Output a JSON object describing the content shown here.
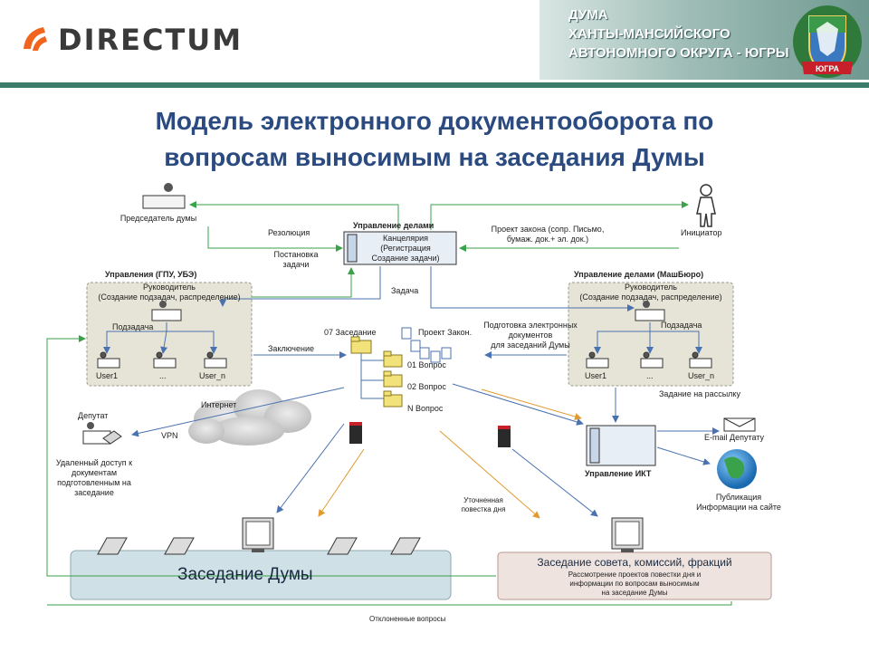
{
  "header": {
    "logo_text": "DIRECTUM",
    "duma_lines": [
      "ДУМА",
      "ХАНТЫ-МАНСИЙСКОГО",
      "АВТОНОМНОГО ОКРУГА - ЮГРЫ"
    ],
    "emblem_label": "ЮГРА"
  },
  "title": {
    "line1": "Модель электронного документооборота по",
    "line2": "вопросам выносимым на заседания Думы"
  },
  "diagram": {
    "chairman": "Председатель думы",
    "resolution": "Резолюция",
    "task_setting": [
      "Постановка",
      "задачи"
    ],
    "office_header": "Управление делами",
    "office_box": [
      "Канцелярия",
      "(Регистрация",
      "Создание задачи)"
    ],
    "law_project": [
      "Проект закона (сопр. Письмо,",
      "бумаж. док.+ эл. док.)"
    ],
    "initiator": "Инициатор",
    "left_dept_title": "Управления (ГПУ, УБЭ)",
    "left_dept_head": [
      "Руководитель",
      "(Создание подзадач, распределение)"
    ],
    "left_subtask": "Подзадача",
    "left_users": [
      "User1",
      "...",
      "User_n"
    ],
    "task": "Задача",
    "right_dept_title": "Управление делами (МашБюро)",
    "right_dept_head": [
      "Руководитель",
      "(Создание подзадач, распределение)"
    ],
    "right_subtask": "Подзадача",
    "right_users": [
      "User1",
      "...",
      "User_n"
    ],
    "meeting_folder": "07 Заседание",
    "project_law": "Проект Закон.",
    "questions": [
      "01 Вопрос",
      "02 Вопрос",
      "N Вопрос"
    ],
    "conclusion": "Заключение",
    "prep_docs": [
      "Подготовка электронных",
      "документов",
      "для заседаний Думы"
    ],
    "internet": "Интернет",
    "deputy": "Депутат",
    "vpn": "VPN",
    "remote_access": [
      "Удаленный доступ к",
      "документам",
      "подготовленным на",
      "заседание"
    ],
    "distribution_task": "Задание на рассылку",
    "email_deputy": "E-mail Депутату",
    "ikt": "Управление ИКТ",
    "publication": [
      "Публикация",
      "Информации на сайте"
    ],
    "refined_agenda": [
      "Уточненная",
      "повестка дня"
    ],
    "duma_session": "Заседание Думы",
    "council_session": "Заседание совета, комиссий, фракций",
    "council_desc": [
      "Рассмотрение проектов повестки дня и",
      "информации  по вопросам выносимым",
      "на заседание Думы"
    ],
    "rejected": "Отклоненные вопросы"
  },
  "colors": {
    "title": "#2a4a80",
    "rule": "#3c7a6c",
    "dept_box": "#e6e4d6",
    "duma_box": "#cfe0e6",
    "council_box": "#efe3df",
    "arrow_green": "#3aa24a",
    "arrow_blue": "#4a72b0",
    "arrow_orange": "#e09a30",
    "folder": "#f2e27a"
  }
}
